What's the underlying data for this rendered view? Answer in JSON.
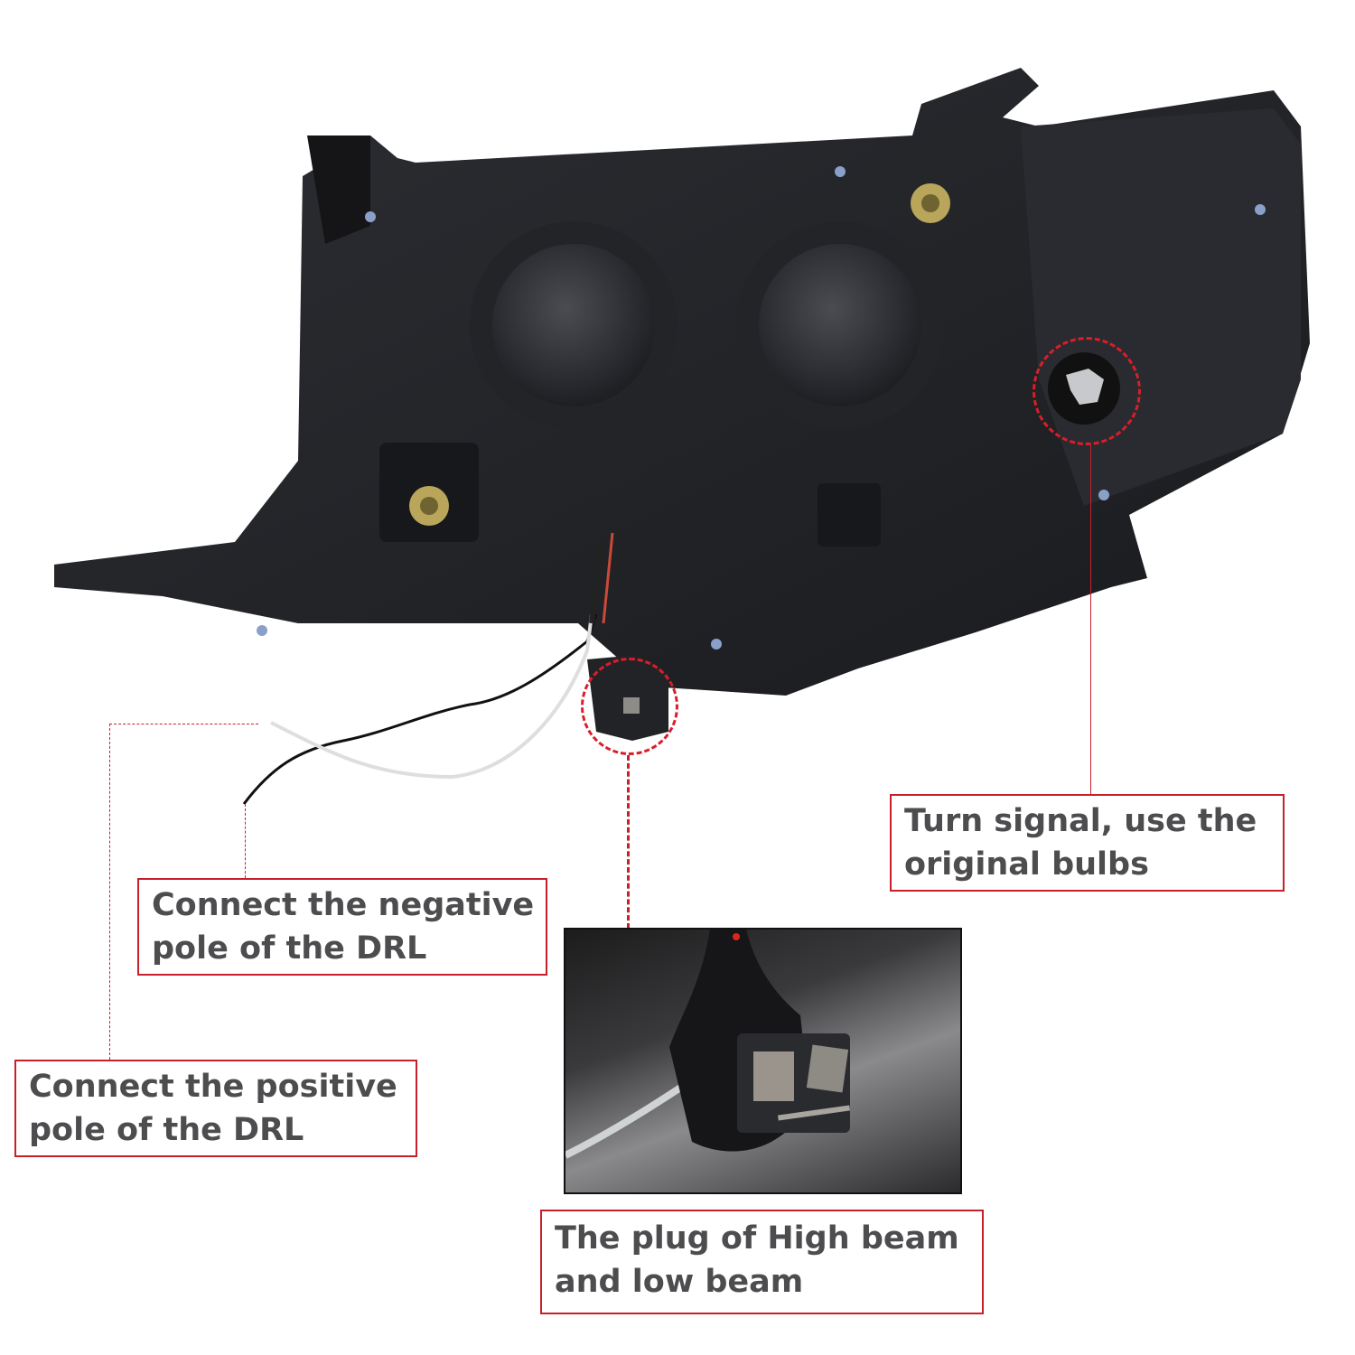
{
  "figure": {
    "subject": "headlight-assembly-rear-view",
    "accent_color": "#c8202a",
    "text_color": "#4d4d4f"
  },
  "callouts": {
    "turn_signal": {
      "line1": "Turn signal, use the",
      "line2": "original bulbs"
    },
    "negative_drl": {
      "line1": "Connect the negative",
      "line2": "pole of the DRL"
    },
    "positive_drl": {
      "line1": "Connect the positive",
      "line2": "pole of the DRL"
    },
    "beam_plug": {
      "line1": "The plug of High beam",
      "line2": "and low beam"
    }
  }
}
